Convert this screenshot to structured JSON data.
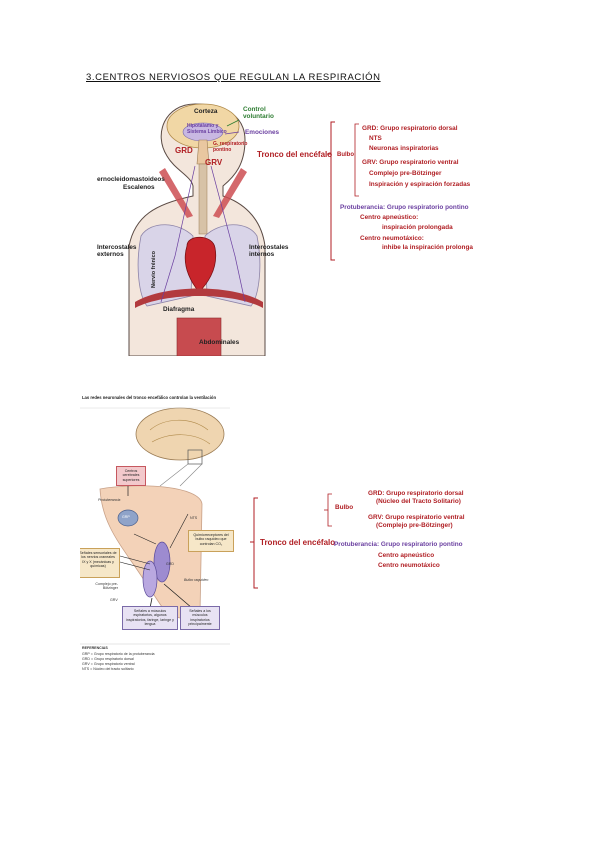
{
  "heading": "3.CENTROS NERVIOSOS QUE REGULAN LA RESPIRACIÓN",
  "colors": {
    "red": "#b01e23",
    "green": "#2e7d32",
    "purple": "#6a3fa0"
  },
  "figure1": {
    "labels": {
      "corteza": "Corteza",
      "control_voluntario": "Control voluntario",
      "hipotalamo": "Hipotálamo y Sistema Límbico",
      "emociones": "Emociones",
      "grd": "GRD",
      "grp": "G. respiratorio pontino",
      "grv": "GRV",
      "tronco": "Tronco del encéfalo",
      "escm": "ernocleidomastoideos",
      "escalenos": "Escalenos",
      "intercostales_ext": "Intercostales externos",
      "nervio_frenico": "Nervio frénico",
      "intercostales_int": "Intercostales internos",
      "diafragma": "Diafragma",
      "abdominales": "Abdominales"
    },
    "bracket_lines": [
      "GRD: Grupo respiratorio dorsal",
      "NTS",
      "Neuronas inspiratorias",
      "GRV: Grupo respiratorio ventral",
      "Complejo pre-Bötzinger",
      "Inspiración y espiración forzadas",
      "Protuberancia: Grupo respiratorio pontino",
      "Centro apneústico:",
      "inspiración prolongada",
      "Centro neumotáxico:",
      "inhibe la inspiración prolonga"
    ],
    "bulbo": "Bulbo"
  },
  "figure2": {
    "caption": "Las redes neuronales del tronco encefálico controlan la ventilación",
    "centros": "Centros cerebrales superiores",
    "protuberancia": "Protuberancia",
    "grp": "GRP",
    "nts": "NTS",
    "quimio": "Quimiorreceptores del bulbo raquídeo que controlan CO₂",
    "senales": "Señales sensoriales de los nervios craneales IX y X (mecánicas y químicas)",
    "complejo": "Complejo pre-Bötzinger",
    "grd": "GRD",
    "grv": "GRV",
    "bulbo_raquideo": "Bulbo raquídeo",
    "musculos1": "Señales a músculos espiratorios, algunos inspiratorios, faringe, laringe y lengua",
    "musculos2": "Señales a los músculos inspiratorios principalmente",
    "referencias_title": "REFERENCIAS",
    "referencias": [
      "GRP = Grupo respiratorio de la protuberancia",
      "GRD = Grupo respiratorio dorsal",
      "GRV = Grupo respiratorio ventral",
      "NTS = Núcleo del tracto solitario"
    ],
    "tronco": "Tronco del encéfalo",
    "bulbo": "Bulbo",
    "bracket_lines": [
      "GRD: Grupo respiratorio dorsal",
      "(Núcleo del Tracto Solitario)",
      "GRV: Grupo respiratorio ventral",
      "(Complejo pre-Bötzinger)",
      "Protuberancia: Grupo respiratorio pontino",
      "Centro apneústico",
      "Centro neumotáxico"
    ]
  }
}
